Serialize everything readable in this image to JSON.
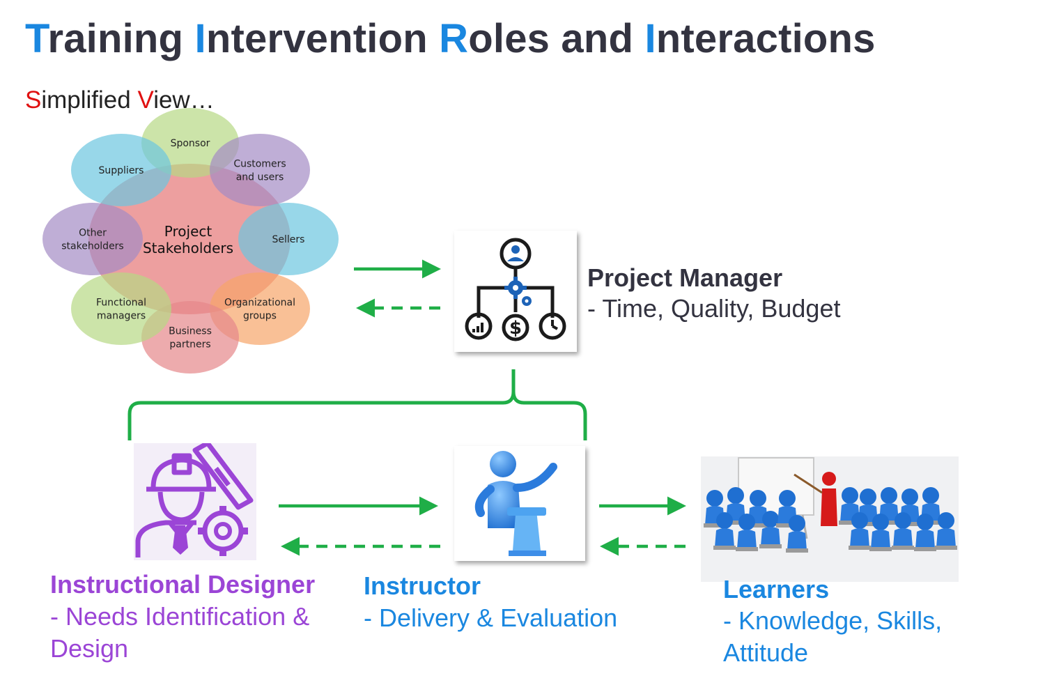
{
  "title": {
    "parts": [
      {
        "text": "T",
        "hl": true
      },
      {
        "text": "raining ",
        "hl": false
      },
      {
        "text": "I",
        "hl": true
      },
      {
        "text": "ntervention ",
        "hl": false
      },
      {
        "text": "R",
        "hl": true
      },
      {
        "text": "oles and ",
        "hl": false
      },
      {
        "text": "I",
        "hl": true
      },
      {
        "text": "nteractions",
        "hl": false
      }
    ]
  },
  "subtitle": {
    "parts": [
      {
        "text": "S",
        "hl": true
      },
      {
        "text": "implified ",
        "hl": false
      },
      {
        "text": "V",
        "hl": true
      },
      {
        "text": "iew…",
        "hl": false
      }
    ]
  },
  "stakeholders": {
    "center": [
      "Project",
      "Stakeholders"
    ],
    "petals": [
      {
        "lines": [
          "Sponsor"
        ],
        "color": "#b6d884"
      },
      {
        "lines": [
          "Customers",
          "and users"
        ],
        "color": "#a48cc4"
      },
      {
        "lines": [
          "Sellers"
        ],
        "color": "#6cc6df"
      },
      {
        "lines": [
          "Organizational",
          "groups"
        ],
        "color": "#f7a56a"
      },
      {
        "lines": [
          "Business",
          "partners"
        ],
        "color": "#e6888a"
      },
      {
        "lines": [
          "Functional",
          "managers"
        ],
        "color": "#b6d884"
      },
      {
        "lines": [
          "Other",
          "stakeholders"
        ],
        "color": "#a48cc4"
      },
      {
        "lines": [
          "Suppliers"
        ],
        "color": "#6cc6df"
      }
    ],
    "center_color": "#e77f7f"
  },
  "project_manager": {
    "title": "Project Manager",
    "description": "- Time, Quality, Budget",
    "icon": "org-chart-icon"
  },
  "instructional_designer": {
    "title": "Instructional Designer",
    "description": "- Needs Identification & Design",
    "icon": "designer-icon"
  },
  "instructor": {
    "title": "Instructor",
    "description": "- Delivery & Evaluation",
    "icon": "presenter-icon"
  },
  "learners": {
    "title": "Learners",
    "description": "- Knowledge, Skills, Attitude",
    "icon": "classroom-icon"
  },
  "colors": {
    "title_text": "#333340",
    "title_highlight": "#1a87e0",
    "subtitle_highlight": "#e01010",
    "designer": "#9b45d6",
    "instructor": "#1a87e0",
    "arrow": "#1fae47"
  }
}
